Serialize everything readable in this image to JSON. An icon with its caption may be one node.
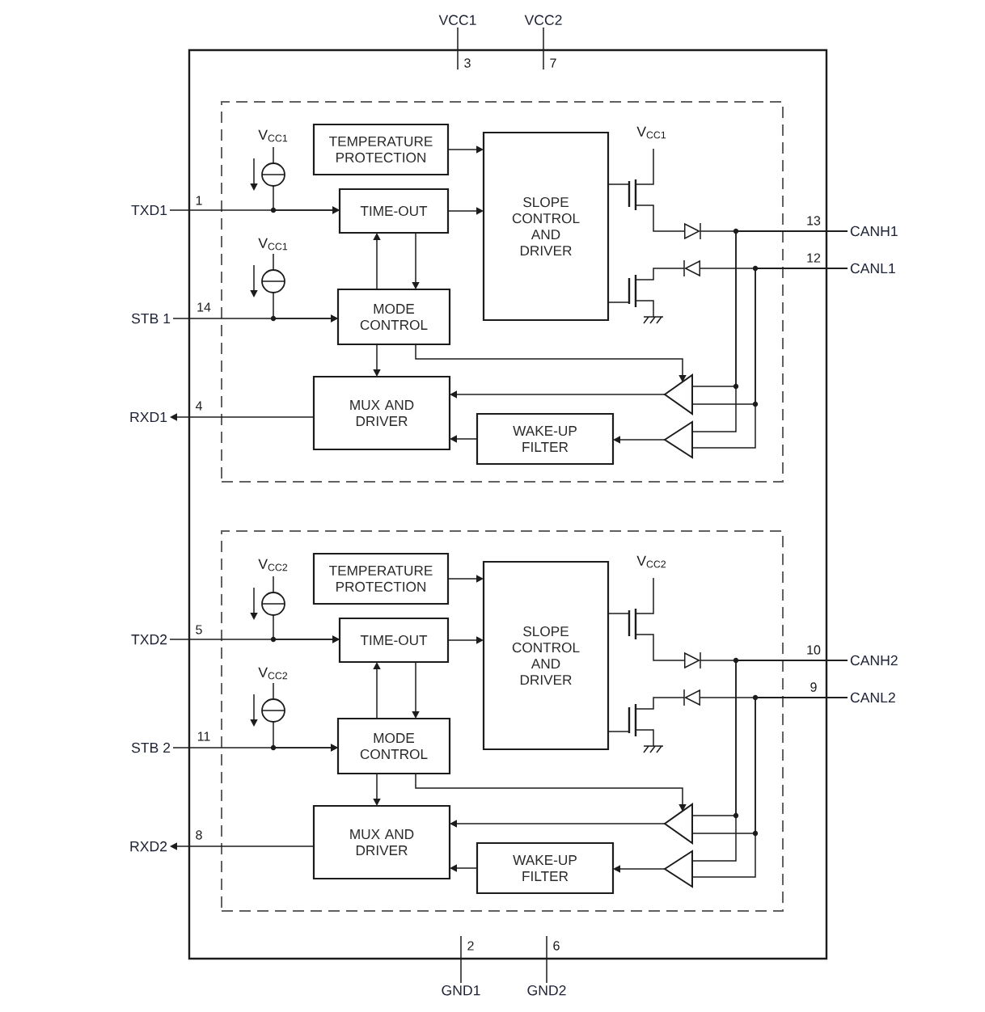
{
  "diagram": {
    "nodes": [
      {
        "text": [
          "VCC1"
        ]
      },
      {
        "text": [
          "VCC2"
        ]
      },
      {
        "text": [],
        "shape": "box"
      },
      {
        "text": [],
        "shape": "box",
        "in": 2
      },
      {
        "text": [],
        "shape": "circle",
        "beside": [
          "V$_{CC1}$"
        ],
        "in": 3
      },
      {
        "text": [
          "TEMPERATURE PROTECTION"
        ],
        "in": 3
      },
      {
        "text": [
          "SLOPE CONTROL AND DRIVER"
        ],
        "in": 3
      },
      {
        "text": [],
        "shape": "transistor",
        "beside": [
          "V$_{CC1}$"
        ],
        "in": 3
      },
      {
        "text": [
          "TIME-OUT"
        ],
        "in": 3
      },
      {
        "text": [],
        "shape": "bar",
        "in": 3
      },
      {
        "text": [],
        "shape": "circle",
        "beside": [
          "V$_{CC1}$"
        ],
        "in": 3
      },
      {
        "text": [],
        "shape": "bar",
        "in": 3
      },
      {
        "text": [],
        "shape": "transistor",
        "in": 3
      },
      {
        "text": [
          "MODE CONTROL"
        ],
        "in": 3
      },
      {
        "text": [],
        "shape": "triangle",
        "in": 3
      },
      {
        "text": [
          "MUX AND DRIVER"
        ],
        "in": 3
      },
      {
        "text": [
          "WAKE-UP FILTER"
        ],
        "in": 3
      },
      {
        "text": [],
        "shape": "triangle",
        "in": 3
      },
      {
        "text": [
          "TXD1"
        ]
      },
      {
        "text": [
          "STB 1"
        ]
      },
      {
        "text": [
          "RXD1"
        ]
      },
      {
        "text": [
          "CANH1"
        ]
      },
      {
        "text": [
          "CANL1"
        ]
      },
      {
        "text": [],
        "shape": "box",
        "in": 2
      },
      {
        "text": [],
        "shape": "circle",
        "beside": [
          "V$_{CC2}$"
        ],
        "in": 23
      },
      {
        "text": [
          "TEMPERATURE PROTECTION"
        ],
        "in": 23
      },
      {
        "text": [
          "SLOPE CONTROL AND DRIVER"
        ],
        "in": 23
      },
      {
        "text": [],
        "shape": "transistor",
        "beside": [
          "V$_{CC2}$"
        ],
        "in": 23
      },
      {
        "text": [
          "TIME-OUT"
        ],
        "in": 23
      },
      {
        "text": [],
        "shape": "bar",
        "in": 23
      },
      {
        "text": [],
        "shape": "circle",
        "beside": [
          "V$_{CC2}$"
        ],
        "in": 23
      },
      {
        "text": [],
        "shape": "bar",
        "in": 23
      },
      {
        "text": [],
        "shape": "transistor",
        "in": 23
      },
      {
        "text": [
          "MODE CONTROL"
        ],
        "in": 23
      },
      {
        "text": [],
        "shape": "triangle",
        "in": 23
      },
      {
        "text": [
          "MUX AND DRIVER"
        ],
        "in": 23
      },
      {
        "text": [
          "WAKE-UP FILTER"
        ],
        "in": 23
      },
      {
        "text": [],
        "shape": "triangle",
        "in": 23
      },
      {
        "text": [
          "TXD2"
        ]
      },
      {
        "text": [
          "STB 2"
        ]
      },
      {
        "text": [
          "RXD2"
        ]
      },
      {
        "text": [
          "CANH2"
        ]
      },
      {
        "text": [
          "CANL2"
        ]
      },
      {
        "text": [
          "GND1"
        ]
      },
      {
        "text": [
          "GND2"
        ]
      }
    ],
    "edges": [
      {
        "from": 0,
        "to": 2,
        "arrow": "none",
        "label": "3"
      },
      {
        "from": 1,
        "to": 2,
        "arrow": "none",
        "label": "7"
      },
      {
        "from": 5,
        "to": 6,
        "arrow": "to"
      },
      {
        "from": 18,
        "to": 8,
        "arrow": "to",
        "label": "1"
      },
      {
        "from": 4,
        "to": 8,
        "arrow": "to"
      },
      {
        "from": 8,
        "to": 6,
        "arrow": "to"
      },
      {
        "from": 6,
        "to": 7,
        "arrow": "none"
      },
      {
        "from": 6,
        "to": 12,
        "arrow": "none"
      },
      {
        "from": 7,
        "to": 9,
        "arrow": "to"
      },
      {
        "from": 21,
        "to": 9,
        "arrow": "none",
        "label": "13"
      },
      {
        "from": 12,
        "to": 11,
        "arrow": "none"
      },
      {
        "from": 22,
        "to": 11,
        "arrow": "to",
        "label": "12"
      },
      {
        "from": 8,
        "to": 13,
        "arrow": "to"
      },
      {
        "from": 13,
        "to": 8,
        "arrow": "to"
      },
      {
        "from": 19,
        "to": 13,
        "arrow": "to",
        "label": "14"
      },
      {
        "from": 10,
        "to": 13,
        "arrow": "to"
      },
      {
        "from": 13,
        "to": 15,
        "arrow": "to"
      },
      {
        "from": 13,
        "to": 14,
        "arrow": "to"
      },
      {
        "from": 14,
        "to": 15,
        "arrow": "to"
      },
      {
        "from": 17,
        "to": 16,
        "arrow": "to"
      },
      {
        "from": 16,
        "to": 15,
        "arrow": "to"
      },
      {
        "from": 15,
        "to": 20,
        "arrow": "to",
        "label": "4"
      },
      {
        "from": 21,
        "to": 14,
        "arrow": "none"
      },
      {
        "from": 21,
        "to": 17,
        "arrow": "none"
      },
      {
        "from": 22,
        "to": 14,
        "arrow": "none"
      },
      {
        "from": 22,
        "to": 17,
        "arrow": "none"
      },
      {
        "from": 25,
        "to": 26,
        "arrow": "to"
      },
      {
        "from": 38,
        "to": 28,
        "arrow": "to",
        "label": "5"
      },
      {
        "from": 24,
        "to": 28,
        "arrow": "to"
      },
      {
        "from": 28,
        "to": 26,
        "arrow": "to"
      },
      {
        "from": 26,
        "to": 27,
        "arrow": "none"
      },
      {
        "from": 26,
        "to": 32,
        "arrow": "none"
      },
      {
        "from": 27,
        "to": 29,
        "arrow": "to"
      },
      {
        "from": 41,
        "to": 29,
        "arrow": "none",
        "label": "10"
      },
      {
        "from": 32,
        "to": 31,
        "arrow": "none"
      },
      {
        "from": 42,
        "to": 31,
        "arrow": "to",
        "label": "9"
      },
      {
        "from": 28,
        "to": 33,
        "arrow": "to"
      },
      {
        "from": 33,
        "to": 28,
        "arrow": "to"
      },
      {
        "from": 39,
        "to": 33,
        "arrow": "to",
        "label": "11"
      },
      {
        "from": 30,
        "to": 33,
        "arrow": "to"
      },
      {
        "from": 33,
        "to": 35,
        "arrow": "to"
      },
      {
        "from": 33,
        "to": 34,
        "arrow": "to"
      },
      {
        "from": 34,
        "to": 35,
        "arrow": "to"
      },
      {
        "from": 37,
        "to": 36,
        "arrow": "to"
      },
      {
        "from": 36,
        "to": 35,
        "arrow": "to"
      },
      {
        "from": 35,
        "to": 40,
        "arrow": "to",
        "label": "8"
      },
      {
        "from": 41,
        "to": 34,
        "arrow": "none"
      },
      {
        "from": 41,
        "to": 37,
        "arrow": "none"
      },
      {
        "from": 42,
        "to": 34,
        "arrow": "none"
      },
      {
        "from": 42,
        "to": 37,
        "arrow": "none"
      },
      {
        "from": 43,
        "to": 2,
        "arrow": "none",
        "label": "2"
      },
      {
        "from": 44,
        "to": 2,
        "arrow": "none",
        "label": "6"
      }
    ]
  }
}
